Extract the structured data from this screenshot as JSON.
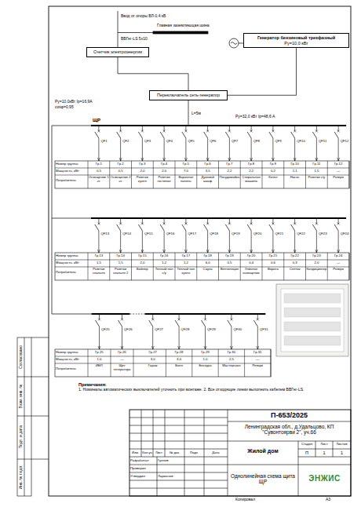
{
  "diagram": {
    "nodes": [
      {
        "text": [
          "Счетчик электроэнергии"
        ]
      },
      {
        "text": [
          "Генератор бензиновый трехфазный",
          "Py=10,0 кВт"
        ]
      },
      {
        "text": [
          "Переключатель сеть-генератор"
        ]
      }
    ],
    "edges": [
      {
        "from": 0,
        "to": 2,
        "arrow": "none"
      },
      {
        "from": 1,
        "to": 2,
        "arrow": "none"
      }
    ],
    "labels": [
      "Ввод от опоры ВЛ-0,4 кВ",
      "ВВГнг-LS 5х10",
      "Главная заземляющая шина",
      "Py=10,0кВт  Ip=16,9А",
      "cosφ=0,95",
      "Pу=32,0 кВт  Ip=48,6 А",
      "L=5м",
      "Примечания:",
      "1. Номиналы автоматических выключателей уточнить при монтаже. 2. Все отходящие линии выполнить кабелем ВВГнг-LS.",
      "П-653/2025",
      "Ленинградская обл., д.Удальцово, КП \"Сувонтоярви 2\", уч.66",
      "Жилой дом",
      "Однолинейная схема щита ЩР",
      "Стадия",
      "Лист",
      "Листов",
      "П",
      "1",
      "1",
      "Изм.",
      "Кол.уч",
      "Лист",
      "№ док.",
      "Подп.",
      "Дата",
      "Разработал",
      "Гуляев",
      "Проверил",
      "Утвердил",
      "Ларионов",
      "ЭНЖИС",
      "Копировал",
      "А3",
      "Инв. № подл.",
      "Подп. и дата",
      "Взам. инв. №",
      "Согласовано",
      "ЩР",
      "Номер группы",
      "Мощность, кВт",
      "Потребитель",
      "QF1",
      "Гр.1",
      "0,5",
      "Освещение 1 эт.",
      "QF2",
      "Гр.2",
      "0,5",
      "Освещение 2 эт.",
      "QF3",
      "Гр.3",
      "2,0",
      "Розетки кухня",
      "QF4",
      "Гр.4",
      "2,0",
      "Розетки гостиная",
      "QF5",
      "Гр.5",
      "7,0",
      "Варочная панель",
      "QF6",
      "Гр.6",
      "3,5",
      "Духовой шкаф",
      "QF7",
      "Гр.7",
      "2,2",
      "Посудомойка",
      "QF8",
      "Гр.8",
      "2,2",
      "Стиральная машина",
      "QF9",
      "Гр.9",
      "0,2",
      "Котел",
      "QF10",
      "Гр.10",
      "1,1",
      "Насос",
      "QF11",
      "Гр.11",
      "1,5",
      "Розетки с/у",
      "QF12",
      "Гр.12",
      "—",
      "Резерв",
      "Номер группы",
      "Мощность, кВт",
      "Потребитель",
      "QF13",
      "Гр.13",
      "1,5",
      "Розетки спальня",
      "QF14",
      "Гр.14",
      "1,5",
      "Розетки спальня 2",
      "QF15",
      "Гр.15",
      "2,0",
      "Бойлер",
      "QF16",
      "Гр.16",
      "1,2",
      "Теплый пол с/у",
      "QF17",
      "Гр.17",
      "1,2",
      "Теплый пол кухня",
      "QF18",
      "Гр.18",
      "6,0",
      "Сауна",
      "QF19",
      "Гр.19",
      "0,5",
      "Вентиляция",
      "QF20",
      "Гр.20",
      "0,4",
      "Уличное освещение",
      "QF21",
      "Гр.21",
      "0,6",
      "Ворота",
      "QF22",
      "Гр.22",
      "0,3",
      "Септик",
      "QF23",
      "Гр.23",
      "2,0",
      "Кондиционер",
      "QF24",
      "Гр.24",
      "—",
      "Резерв",
      "Номер группы",
      "Мощность, кВт",
      "Потребитель",
      "QF25",
      "Гр.25",
      "1,0",
      "ИБП",
      "QF26",
      "Гр.26",
      "—",
      "Щит генератора",
      "QF27",
      "Гр.27",
      "3,0",
      "Гараж",
      "QF28",
      "Гр.28",
      "3,0",
      "Баня",
      "QF29",
      "Гр.29",
      "1,0",
      "Беседка",
      "QF30",
      "Гр.30",
      "2,5",
      "Мастерская",
      "QF31",
      "Гр.31",
      "—",
      "Резерв"
    ]
  }
}
